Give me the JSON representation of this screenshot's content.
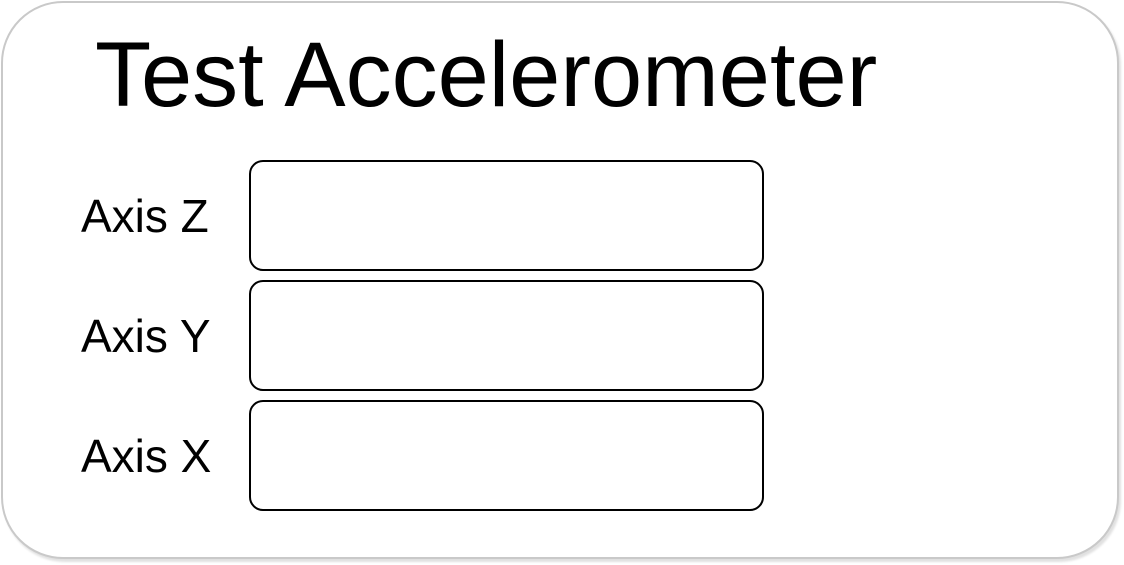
{
  "window": {
    "title": "Test Accelerometer"
  },
  "axes": [
    {
      "label": "Axis Z",
      "value": ""
    },
    {
      "label": "Axis Y",
      "value": ""
    },
    {
      "label": "Axis X",
      "value": ""
    }
  ]
}
